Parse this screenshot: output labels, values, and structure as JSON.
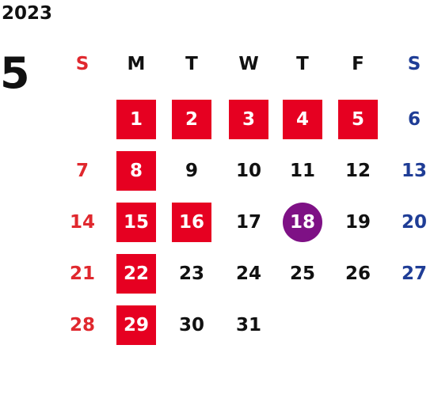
{
  "header": {
    "year": "2023",
    "month": "5"
  },
  "weekdays": [
    {
      "label": "S",
      "color": "#e0282e"
    },
    {
      "label": "M",
      "color": "#111111"
    },
    {
      "label": "T",
      "color": "#111111"
    },
    {
      "label": "W",
      "color": "#111111"
    },
    {
      "label": "T",
      "color": "#111111"
    },
    {
      "label": "F",
      "color": "#111111"
    },
    {
      "label": "S",
      "color": "#1f3d96"
    }
  ],
  "weeks": [
    [
      null,
      {
        "day": "1",
        "style": "holiday"
      },
      {
        "day": "2",
        "style": "holiday"
      },
      {
        "day": "3",
        "style": "holiday"
      },
      {
        "day": "4",
        "style": "holiday"
      },
      {
        "day": "5",
        "style": "holiday"
      },
      {
        "day": "6",
        "style": "saturday"
      }
    ],
    [
      {
        "day": "7",
        "style": "sunday"
      },
      {
        "day": "8",
        "style": "holiday"
      },
      {
        "day": "9",
        "style": "weekday"
      },
      {
        "day": "10",
        "style": "weekday"
      },
      {
        "day": "11",
        "style": "weekday"
      },
      {
        "day": "12",
        "style": "weekday"
      },
      {
        "day": "13",
        "style": "saturday"
      }
    ],
    [
      {
        "day": "14",
        "style": "sunday"
      },
      {
        "day": "15",
        "style": "holiday"
      },
      {
        "day": "16",
        "style": "holiday"
      },
      {
        "day": "17",
        "style": "weekday"
      },
      {
        "day": "18",
        "style": "today"
      },
      {
        "day": "19",
        "style": "weekday"
      },
      {
        "day": "20",
        "style": "saturday"
      }
    ],
    [
      {
        "day": "21",
        "style": "sunday"
      },
      {
        "day": "22",
        "style": "holiday"
      },
      {
        "day": "23",
        "style": "weekday"
      },
      {
        "day": "24",
        "style": "weekday"
      },
      {
        "day": "25",
        "style": "weekday"
      },
      {
        "day": "26",
        "style": "weekday"
      },
      {
        "day": "27",
        "style": "saturday"
      }
    ],
    [
      {
        "day": "28",
        "style": "sunday"
      },
      {
        "day": "29",
        "style": "holiday"
      },
      {
        "day": "30",
        "style": "weekday"
      },
      {
        "day": "31",
        "style": "weekday"
      },
      null,
      null,
      null
    ]
  ],
  "colors": {
    "holiday_bg": "#e60021",
    "today_bg": "#7e1185",
    "sunday": "#e0282e",
    "saturday": "#1f3d96",
    "weekday": "#111111"
  }
}
